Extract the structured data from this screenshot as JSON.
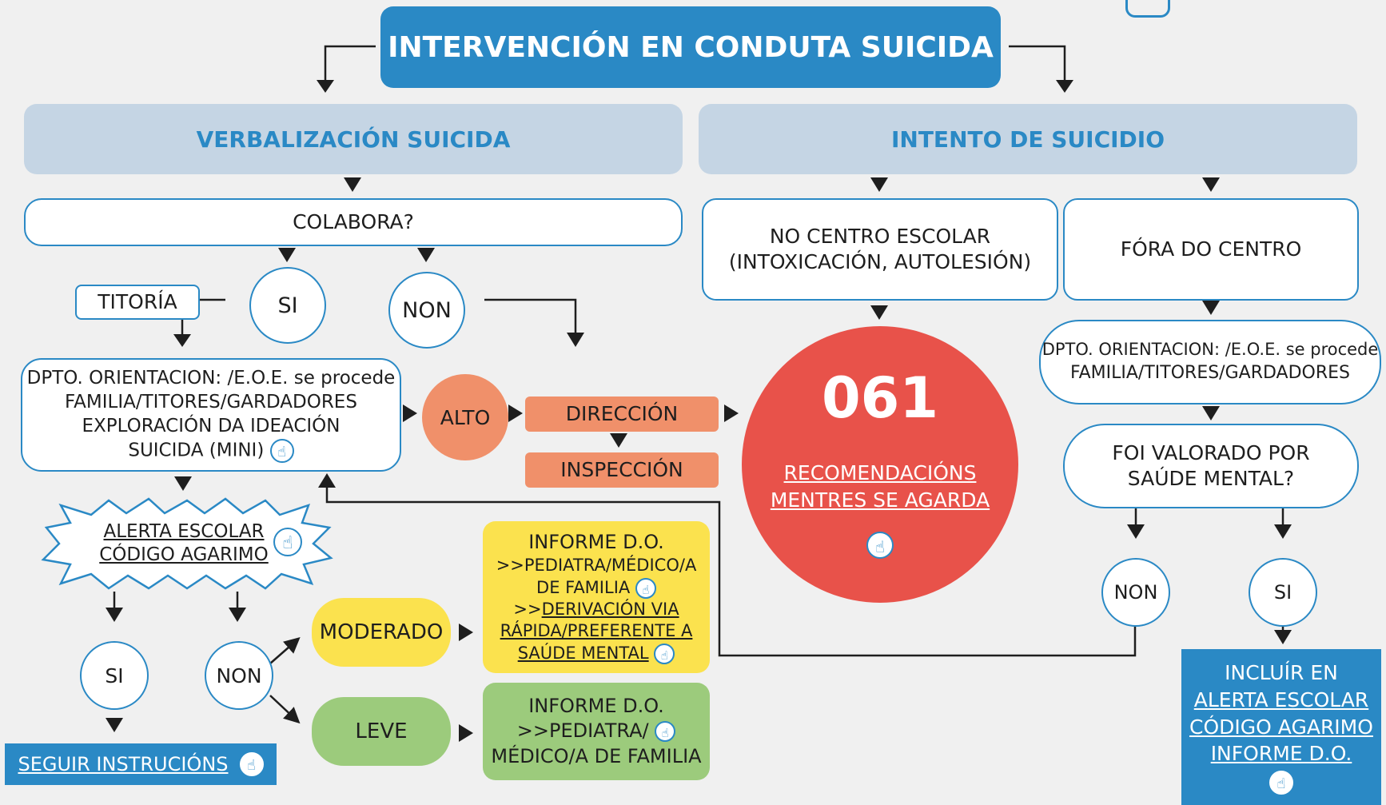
{
  "title": "INTERVENCIÓN EN CONDUTA SUICIDA",
  "colors": {
    "primary": "#2a89c5",
    "header_bg": "#c5d5e4",
    "red": "#e8524a",
    "orange": "#f0906a",
    "yellow": "#fbe24e",
    "green": "#9ccb7c"
  },
  "left": {
    "heading": "VERBALIZACIÓN SUICIDA",
    "colabora": "COLABORA?",
    "titoria": "TITORÍA",
    "si": "SI",
    "non": "NON",
    "orientacion": [
      "DPTO. ORIENTACION: /E.O.E. se procede",
      "FAMILIA/TITORES/GARDADORES",
      "EXPLORACIÓN DA IDEACIÓN",
      "SUICIDA (MINI)"
    ],
    "alto": "ALTO",
    "direccion": "DIRECCIÓN",
    "inspeccion": "INSPECCIÓN",
    "alerta": [
      "ALERTA ESCOLAR",
      "CÓDIGO AGARIMO"
    ],
    "si2": "SI",
    "non2": "NON",
    "moderado": "MODERADO",
    "leve": "LEVE",
    "informe_moderado": [
      "INFORME D.O.",
      ">>PEDIATRA/MÉDICO/A",
      "DE FAMILIA",
      ">>",
      "DERIVACIÓN VIA",
      "RÁPIDA/PREFERENTE A",
      "SAÚDE MENTAL"
    ],
    "informe_leve": [
      "INFORME D.O.",
      ">>PEDIATRA/",
      "MÉDICO/A DE FAMILIA"
    ],
    "seguir": "SEGUIR INSTRUCIÓNS"
  },
  "right": {
    "heading": "INTENTO DE SUICIDIO",
    "no_centro": [
      "NO CENTRO ESCOLAR",
      "(INTOXICACIÓN, AUTOLESIÓN)"
    ],
    "fora": "FÓRA DO CENTRO",
    "emergency": "061",
    "recomendacions": [
      "RECOMENDACIÓNS",
      "MENTRES SE AGARDA"
    ],
    "orientacion": [
      "DPTO. ORIENTACION: /E.O.E. se procede",
      "FAMILIA/TITORES/GARDADORES"
    ],
    "valorado": [
      "FOI VALORADO POR",
      "SAÚDE MENTAL?"
    ],
    "non": "NON",
    "si": "SI",
    "incluir": [
      "INCLUÍR EN",
      "ALERTA ESCOLAR",
      "CÓDIGO AGARIMO",
      "INFORME D.O."
    ]
  },
  "icons": {
    "hand": "hand-pointer-icon",
    "arrow": "arrowhead-icon"
  }
}
